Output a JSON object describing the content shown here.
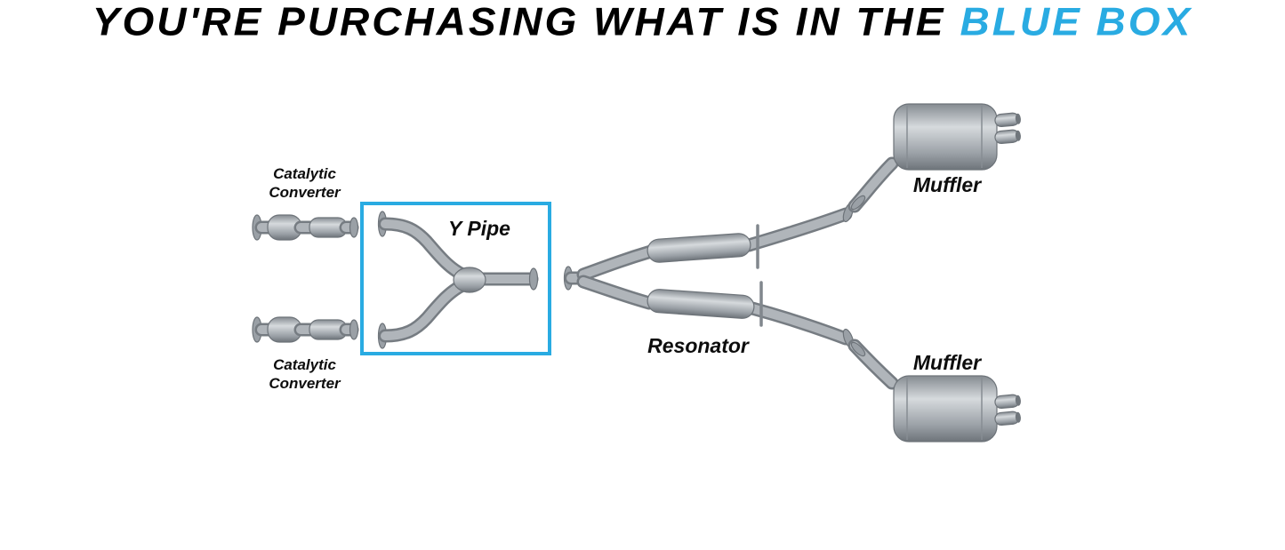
{
  "title": {
    "prefix": "YOU'RE PURCHASING WHAT IS IN THE",
    "highlight": "BLUE BOX"
  },
  "colors": {
    "highlight_blue": "#29ABE2",
    "title_black": "#000000",
    "metal_gray": "#9aa0a6"
  },
  "diagram": {
    "labels": {
      "catalytic_converter_top": "Catalytic\nConverter",
      "catalytic_converter_bottom": "Catalytic\nConverter",
      "y_pipe": "Y Pipe",
      "resonator": "Resonator",
      "muffler_top": "Muffler",
      "muffler_bottom": "Muffler"
    }
  }
}
